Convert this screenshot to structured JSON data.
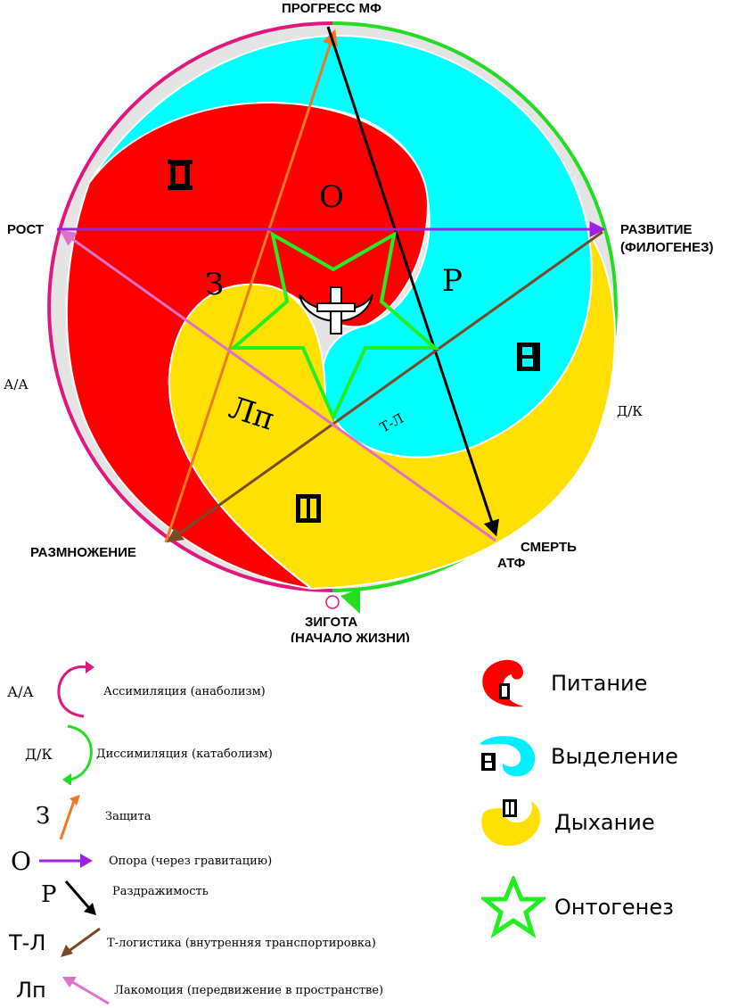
{
  "diagram": {
    "top_label": "ПРОГРЕСС МФ",
    "left_label": "РОСТ",
    "right_label_line1": "РАЗВИТИЕ",
    "right_label_line2": "(ФИЛОГЕНЕЗ)",
    "aa_label": "А/А",
    "dk_label": "Д/К",
    "bottom_left_label": "РАЗМНОЖЕНИЕ",
    "bottom_right_label": "СМЕРТЬ",
    "atf_label": "АТФ",
    "zygote_line1": "ЗИГОТА",
    "zygote_line2": "(НАЧАЛО ЖИЗНИ)",
    "inner": {
      "o": "О",
      "z": "З",
      "r": "Р",
      "ln": "Лп",
      "tl": "Т-Л"
    }
  },
  "legend": {
    "left": [
      {
        "symbol": "А/А",
        "text": "Ассимиляция (анаболизм)",
        "color": "#e0177d"
      },
      {
        "symbol": "Д/К",
        "text": "Диссимиляция (катаболизм)",
        "color": "#22dd22"
      },
      {
        "symbol": "З",
        "text": "Защита",
        "color": "#f07820"
      },
      {
        "symbol": "О",
        "text": "Опора (через гравитацию)",
        "color": "#a020e0"
      },
      {
        "symbol": "Р",
        "text": "Раздражимость",
        "color": "#000000"
      },
      {
        "symbol": "Т-Л",
        "text": "Т-логистика (внутренняя транспортировка)",
        "color": "#7a4a28"
      },
      {
        "symbol": "Лп",
        "text": "Лакомоция (передвижение в пространстве)",
        "color": "#e070c8"
      }
    ],
    "right": [
      {
        "text": "Питание",
        "color": "#ff0000"
      },
      {
        "text": "Выделение",
        "color": "#00f0ff"
      },
      {
        "text": "Дыхание",
        "color": "#ffe000"
      },
      {
        "text": "Онтогенез",
        "color": "#22ee22"
      }
    ]
  },
  "colors": {
    "red": "#ff0000",
    "cyan": "#00ffff",
    "yellow": "#ffe000",
    "magenta": "#e0177d",
    "green": "#22dd22",
    "orange": "#f07820",
    "purple": "#a020e0",
    "brown": "#7a4a28",
    "pink": "#e070c8"
  }
}
